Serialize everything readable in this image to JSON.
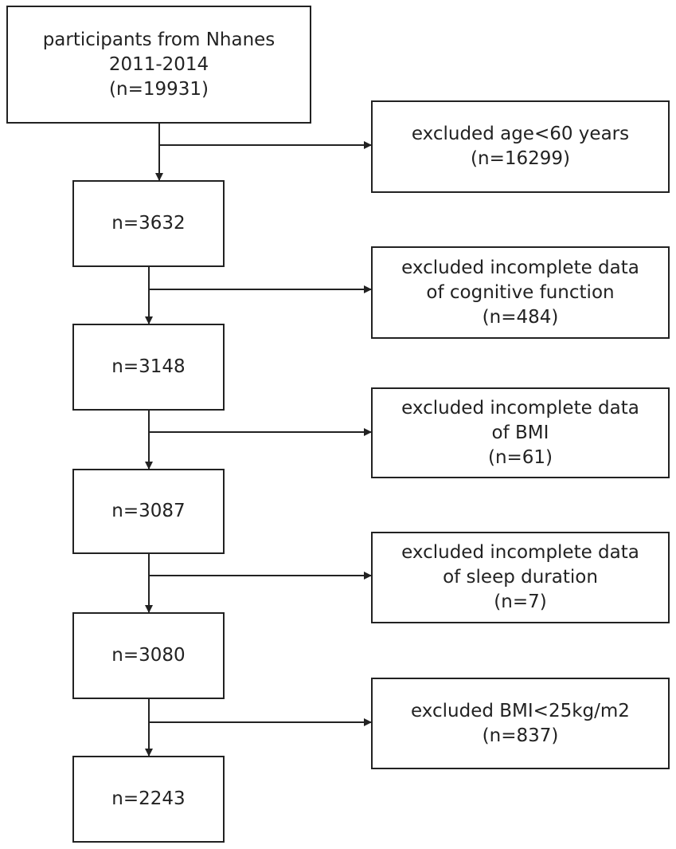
{
  "flowchart": {
    "start": {
      "lines": [
        "participants from Nhanes",
        "2011-2014",
        "(n=19931)"
      ]
    },
    "steps": [
      {
        "label": "n=3632"
      },
      {
        "label": "n=3148"
      },
      {
        "label": "n=3087"
      },
      {
        "label": "n=3080"
      },
      {
        "label": "n=2243"
      }
    ],
    "exclusions": [
      {
        "lines": [
          "excluded age<60 years",
          "(n=16299)"
        ]
      },
      {
        "lines": [
          "excluded incomplete data",
          "of cognitive function",
          "(n=484)"
        ]
      },
      {
        "lines": [
          "excluded incomplete data",
          "of BMI",
          "(n=61)"
        ]
      },
      {
        "lines": [
          "excluded incomplete data",
          "of sleep duration",
          "(n=7)"
        ]
      },
      {
        "lines": [
          "excluded BMI<25kg/m2",
          "(n=837)"
        ]
      }
    ]
  }
}
